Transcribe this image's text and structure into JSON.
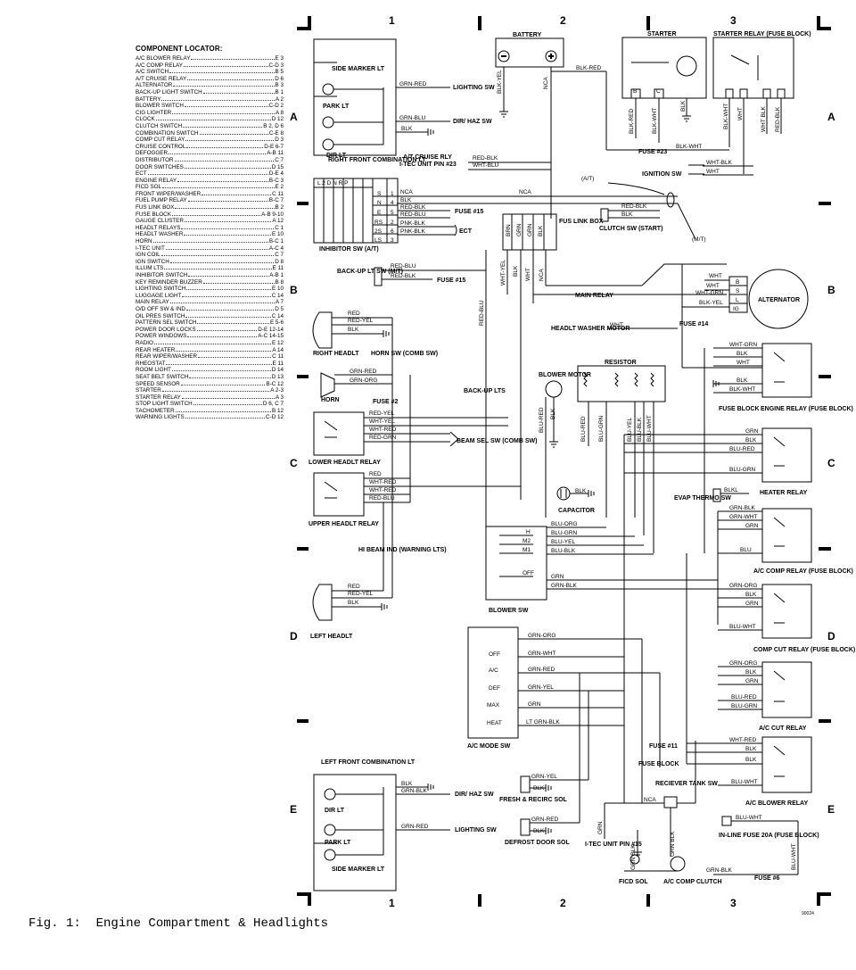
{
  "locator": {
    "title": "COMPONENT LOCATOR:",
    "items": [
      {
        "name": "A/C BLOWER RELAY",
        "loc": "E 3"
      },
      {
        "name": "A/C COMP RELAY",
        "loc": "C-D 3"
      },
      {
        "name": "A/C SWITCH",
        "loc": "B 5"
      },
      {
        "name": "A/T CRUISE RELAY",
        "loc": "D 6"
      },
      {
        "name": "ALTERNATOR",
        "loc": "B 3"
      },
      {
        "name": "BACK-UP LIGHT SWITCH",
        "loc": "B 1"
      },
      {
        "name": "BATTERY",
        "loc": "A 2"
      },
      {
        "name": "BLOWER SWITCH",
        "loc": "C-D 2"
      },
      {
        "name": "CIG LIGHTER",
        "loc": "A 8"
      },
      {
        "name": "CLOCK",
        "loc": "D 12"
      },
      {
        "name": "CLUTCH SWITCH",
        "loc": "B 2, D 6"
      },
      {
        "name": "COMBINATION SWITCH",
        "loc": "C-E 8"
      },
      {
        "name": "COMP CUT RELAY",
        "loc": "D 3"
      },
      {
        "name": "CRUISE CONTROL",
        "loc": "D-E 6-7"
      },
      {
        "name": "DEFOGGER",
        "loc": "A-B 11"
      },
      {
        "name": "DISTRIBUTOR",
        "loc": "C 7"
      },
      {
        "name": "DOOR SWITCHES",
        "loc": "D 15"
      },
      {
        "name": "ECT",
        "loc": "D-E 4"
      },
      {
        "name": "ENGINE RELAY",
        "loc": "B-C 3"
      },
      {
        "name": "FICD SOL",
        "loc": "E 2"
      },
      {
        "name": "FRONT WIPER/WASHER",
        "loc": "C 11"
      },
      {
        "name": "FUEL PUMP RELAY",
        "loc": "B-C 7"
      },
      {
        "name": "FUS LINK BOX",
        "loc": "B 2"
      },
      {
        "name": "FUSE BLOCK",
        "loc": "A-B 9-10"
      },
      {
        "name": "GAUGE CLUSTER",
        "loc": "A 12"
      },
      {
        "name": "HEADLT RELAYS",
        "loc": "C 1"
      },
      {
        "name": "HEADLT WASHER",
        "loc": "E 10"
      },
      {
        "name": "HORN",
        "loc": "B-C 1"
      },
      {
        "name": "I-TEC UNIT",
        "loc": "A-C 4"
      },
      {
        "name": "IGN COIL",
        "loc": "C 7"
      },
      {
        "name": "IGN SWITCH",
        "loc": "D 8"
      },
      {
        "name": "ILLUM LTS",
        "loc": "E 11"
      },
      {
        "name": "INHIBITOR SWITCH",
        "loc": "A-B 1"
      },
      {
        "name": "KEY REMINDER BUZZER",
        "loc": "B 8"
      },
      {
        "name": "LIGHTING SWITCH",
        "loc": "E 10"
      },
      {
        "name": "LUGGAGE LIGHT",
        "loc": "C 14"
      },
      {
        "name": "MAIN RELAY",
        "loc": "A 7"
      },
      {
        "name": "O/D OFF SW & IND",
        "loc": "D 5"
      },
      {
        "name": "OIL PRES SWITCH",
        "loc": "C 14"
      },
      {
        "name": "PATTERN SEL SWITCH",
        "loc": "E 5-6"
      },
      {
        "name": "POWER DOOR LOCKS",
        "loc": "D-E 12-14"
      },
      {
        "name": "POWER WINDOWS",
        "loc": "A-C 14-15"
      },
      {
        "name": "RADIO",
        "loc": "E 12"
      },
      {
        "name": "REAR HEATER",
        "loc": "A 14"
      },
      {
        "name": "REAR WIPER/WASHER",
        "loc": "C 11"
      },
      {
        "name": "RHEOSTAT",
        "loc": "E 11"
      },
      {
        "name": "ROOM LIGHT",
        "loc": "D 14"
      },
      {
        "name": "SEAT BELT SWITCH",
        "loc": "D 13"
      },
      {
        "name": "SPEED SENSOR",
        "loc": "B-C 12"
      },
      {
        "name": "STARTER",
        "loc": "A 2-3"
      },
      {
        "name": "STARTER RELAY",
        "loc": "A 3"
      },
      {
        "name": "STOP LIGHT SWITCH",
        "loc": "D 6, C 7"
      },
      {
        "name": "TACHOMETER",
        "loc": "B 12"
      },
      {
        "name": "WARNING LIGHTS",
        "loc": "C-D 12"
      }
    ]
  },
  "grid": {
    "cols": [
      "1",
      "2",
      "3"
    ],
    "rows": [
      "A",
      "B",
      "C",
      "D",
      "E"
    ]
  },
  "components": {
    "battery": "BATTERY",
    "starter": "STARTER",
    "starter_relay": "STARTER RELAY (FUSE BLOCK)",
    "side_marker_lt": "SIDE MARKER LT",
    "park_lt": "PARK LT",
    "dir_lt": "DIR LT",
    "right_front_combo": "RIGHT FRONT COMBINATION LT",
    "lighting_sw": "LIGHTING SW",
    "dir_haz_sw": "DIR/ HAZ SW",
    "at_cruise_rly": "A/T CRUISE RLY",
    "itec_unit_23": "I-TEC UNIT PIN #23",
    "ignition_sw": "IGNITION SW",
    "fuse_23": "FUSE #23",
    "inhibitor_sw": "INHIBITOR SW (A/T)",
    "fuse_15": "FUSE #15",
    "ect": "ECT",
    "fus_link_box": "FUS LINK BOX",
    "clutch_sw": "CLUTCH SW (START)",
    "at": "(A/T)",
    "mt": "(M/T)",
    "backup_lt_sw": "BACK-UP LT SW (M/T)",
    "main_relay": "MAIN RELAY",
    "alternator": "ALTERNATOR",
    "fuse_14": "FUSE #14",
    "headlt_washer_motor": "HEADLT WASHER MOTOR",
    "right_headlt": "RIGHT HEADLT",
    "horn_sw": "HORN SW (COMB SW)",
    "horn": "HORN",
    "fuse_2": "FUSE #2",
    "backup_lts": "BACK-UP LTS",
    "blower_motor": "BLOWER MOTOR",
    "resistor": "RESISTOR",
    "fuse_block": "FUSE BLOCK",
    "engine_relay": "ENGINE RELAY (FUSE BLOCK)",
    "lower_headlt_relay": "LOWER HEADLT RELAY",
    "beam_sel_sw": "BEAM SEL SW (COMB SW)",
    "heater_relay": "HEATER RELAY",
    "upper_headlt_relay": "UPPER HEADLT RELAY",
    "capacitor": "CAPACITOR",
    "evap_thermo_sw": "EVAP THERMO SW",
    "hi_beam_ind": "HI BEAM IND (WARNING LTS)",
    "blower_sw": "BLOWER SW",
    "ac_comp_relay": "A/C COMP RELAY (FUSE BLOCK)",
    "left_headlt": "LEFT HEADLT",
    "comp_cut_relay": "COMP CUT RELAY (FUSE BLOCK)",
    "ac_mode_sw": "A/C MODE SW",
    "ac_cut_relay": "A/C CUT RELAY",
    "fuse_11": "FUSE #11",
    "left_front_combo": "LEFT FRONT COMBINATION LT",
    "fresh_recirc_sol": "FRESH & RECIRC SOL",
    "receiver_tank_sw": "RECIEVER TANK SW",
    "ac_blower_relay": "A/C BLOWER RELAY",
    "defrost_door_sol": "DEFROST DOOR SOL",
    "itec_unit_15": "I-TEC UNIT PIN #15",
    "ficd_sol": "FICD SOL",
    "ac_comp_clutch": "A/C COMP CLUTCH",
    "inline_fuse": "IN-LINE FUSE 20A (FUSE BLOCK)",
    "fuse_6": "FUSE #6"
  },
  "modes": {
    "blower": [
      "H",
      "M2",
      "M1",
      "OFF"
    ],
    "ac_mode": [
      "OFF",
      "A/C",
      "DEF",
      "MAX",
      "HEAT"
    ]
  },
  "caption": "Fig. 1:  Engine Compartment & Headlights",
  "code": "90024"
}
